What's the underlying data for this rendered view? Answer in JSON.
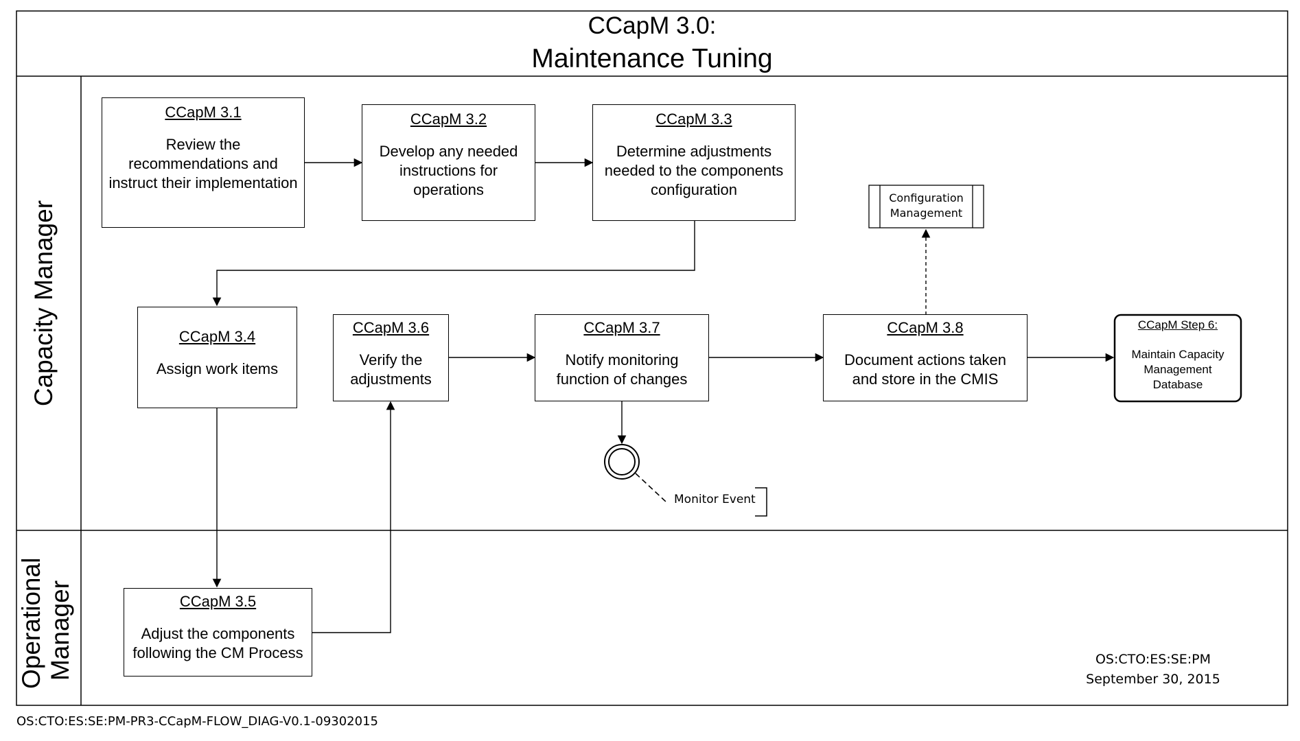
{
  "title": {
    "line1": "CCapM 3.0:",
    "line2": "Maintenance Tuning"
  },
  "lanes": {
    "capacity_manager": "Capacity Manager",
    "operational_manager_line1": "Operational",
    "operational_manager_line2": "Manager"
  },
  "steps": {
    "s31": {
      "id": "CCapM 3.1",
      "desc": "Review the recommendations and instruct their implementation"
    },
    "s32": {
      "id": "CCapM 3.2",
      "desc": "Develop any needed instructions for operations"
    },
    "s33": {
      "id": "CCapM 3.3",
      "desc": "Determine adjustments needed to the components configuration"
    },
    "s34": {
      "id": "CCapM 3.4",
      "desc": "Assign work items"
    },
    "s35": {
      "id": "CCapM 3.5",
      "desc": "Adjust the components following the CM Process"
    },
    "s36": {
      "id": "CCapM 3.6",
      "desc": "Verify the adjustments"
    },
    "s37": {
      "id": "CCapM 3.7",
      "desc": "Notify monitoring function of changes"
    },
    "s38": {
      "id": "CCapM 3.8",
      "desc": "Document actions taken and store in the CMIS"
    }
  },
  "external": {
    "configuration_management_line1": "Configuration",
    "configuration_management_line2": "Management",
    "step6_id": "CCapM Step 6:",
    "step6_desc": "Maintain Capacity Management Database"
  },
  "annotation": {
    "monitor_event": "Monitor Event"
  },
  "stamp": {
    "org": "OS:CTO:ES:SE:PM",
    "date": "September 30, 2015"
  },
  "footer": {
    "doc_id": "OS:CTO:ES:SE:PM-PR3-CCapM-FLOW_DIAG-V0.1-09302015"
  }
}
